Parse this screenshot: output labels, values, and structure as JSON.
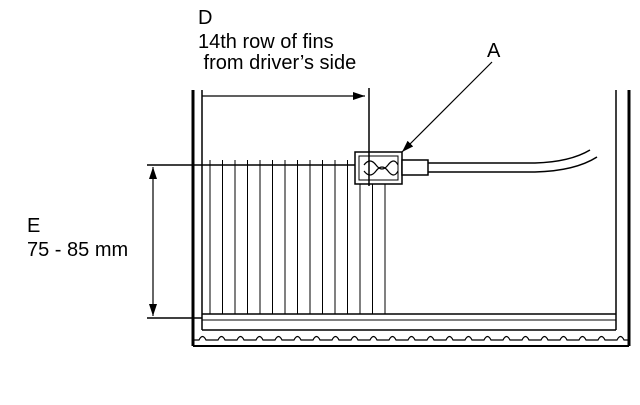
{
  "labels": {
    "d_letter": "D",
    "d_line1": "14th row of fins",
    "d_line2": " from driver’s side",
    "a_letter": "A",
    "e_letter": "E",
    "e_value": "75 - 85 mm"
  }
}
